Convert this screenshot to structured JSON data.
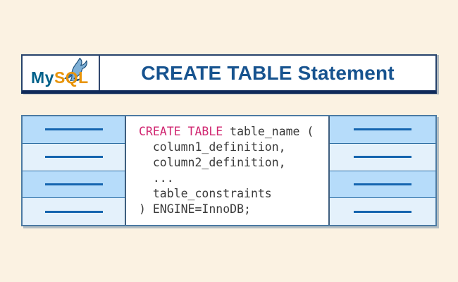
{
  "page": {
    "background_color": "#FBF2E2"
  },
  "header": {
    "title": "CREATE TABLE Statement",
    "title_color": "#17538F",
    "logo": {
      "text_my": "My",
      "text_sql": "SQL",
      "my_color": "#00618A",
      "sql_color": "#E8940A",
      "dolphin_icon": "mysql-dolphin-icon"
    }
  },
  "diagram": {
    "code_box": {
      "keyword": "CREATE TABLE",
      "line1_rest": " table_name (",
      "lines": [
        "  column1_definition,",
        "  column2_definition,",
        "  ...",
        "  table_constraints",
        ") ENGINE=InnoDB;"
      ],
      "keyword_color": "#D02670",
      "text_color": "#3A3A3A"
    },
    "left_rows": 4,
    "right_rows": 4,
    "row_fill_dark": "#B6DCFA",
    "row_fill_light": "#E4F1FB",
    "row_line_color": "#1565AF",
    "band_border_color": "#4C7AA2"
  }
}
